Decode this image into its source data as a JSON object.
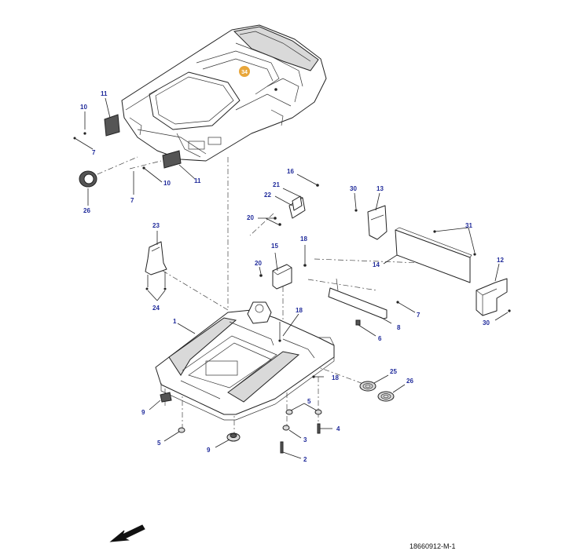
{
  "diagram": {
    "reference_code": "18660912-M-1",
    "highlight_badge": "34",
    "callouts": {
      "c1": "1",
      "c2": "2",
      "c3": "3",
      "c4": "4",
      "c5a": "5",
      "c5b": "5",
      "c6": "6",
      "c7a": "7",
      "c7b": "7",
      "c7c": "7",
      "c8": "8",
      "c9a": "9",
      "c9b": "9",
      "c10a": "10",
      "c10b": "10",
      "c11a": "11",
      "c11b": "11",
      "c12": "12",
      "c13": "13",
      "c14": "14",
      "c15": "15",
      "c16": "16",
      "c18a": "18",
      "c18b": "18",
      "c18c": "18",
      "c20a": "20",
      "c20b": "20",
      "c21": "21",
      "c22": "22",
      "c23": "23",
      "c24": "24",
      "c25": "25",
      "c26a": "26",
      "c26b": "26",
      "c30a": "30",
      "c30b": "30",
      "c31": "31"
    },
    "colors": {
      "callout": "#1f2a9a",
      "badge": "#e8a63a",
      "line": "#222222"
    },
    "icons": {
      "direction": "direction-arrow-icon"
    }
  }
}
